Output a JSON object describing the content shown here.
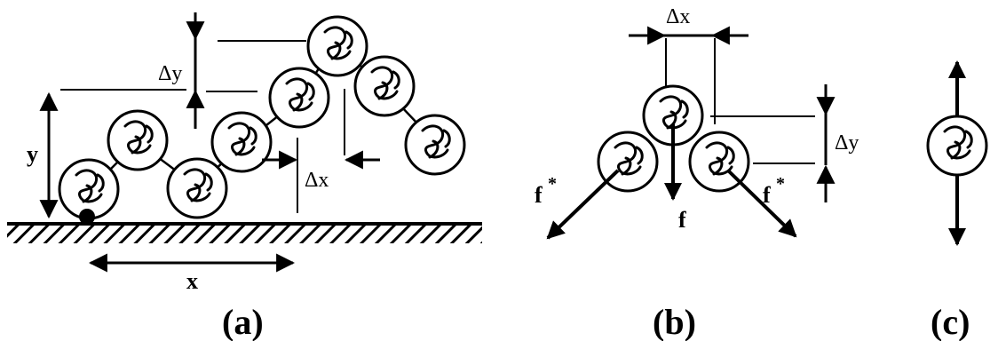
{
  "figure": {
    "panels": [
      {
        "caption": "(a)",
        "labels": {
          "y": "y",
          "dy": "Δy",
          "dx": "Δx",
          "x": "x"
        }
      },
      {
        "caption": "(b)",
        "labels": {
          "dx": "Δx",
          "dy": "Δy",
          "f_left": "f",
          "f_right": "f",
          "f_center": "f",
          "star": "*"
        }
      },
      {
        "caption": "(c)",
        "labels": {}
      }
    ]
  }
}
